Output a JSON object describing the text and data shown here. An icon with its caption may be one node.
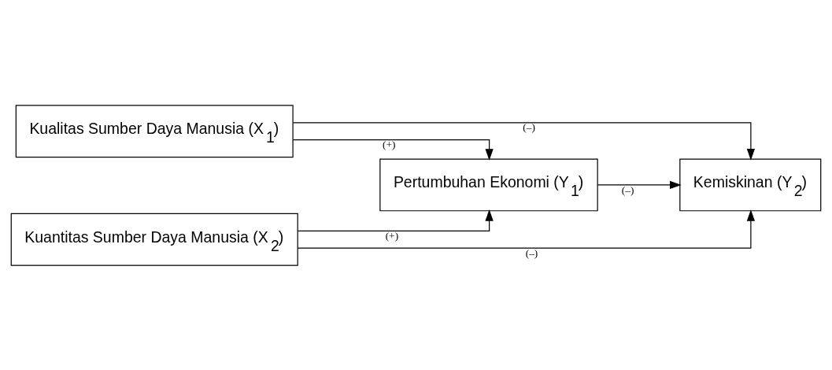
{
  "diagram": {
    "nodes": [
      {
        "text": [
          "Kualitas Sumber Daya Manusia (X$_{1}$)"
        ]
      },
      {
        "text": [
          "Kuantitas Sumber Daya Manusia (X$_{2}$)"
        ]
      },
      {
        "text": [
          "Pertumbuhan Ekonomi (Y$_{1}$)"
        ]
      },
      {
        "text": [
          "Kemiskinan (Y$_{2}$)"
        ]
      }
    ],
    "edges": [
      {
        "from": 0,
        "to": 3,
        "arrow": "to",
        "label": "(–)"
      },
      {
        "from": 0,
        "to": 2,
        "arrow": "to",
        "label": "(+)"
      },
      {
        "from": 1,
        "to": 2,
        "arrow": "to",
        "label": "(+)"
      },
      {
        "from": 2,
        "to": 3,
        "arrow": "to",
        "label": "(–)"
      },
      {
        "from": 1,
        "to": 3,
        "arrow": "to",
        "label": "(–)"
      }
    ]
  }
}
